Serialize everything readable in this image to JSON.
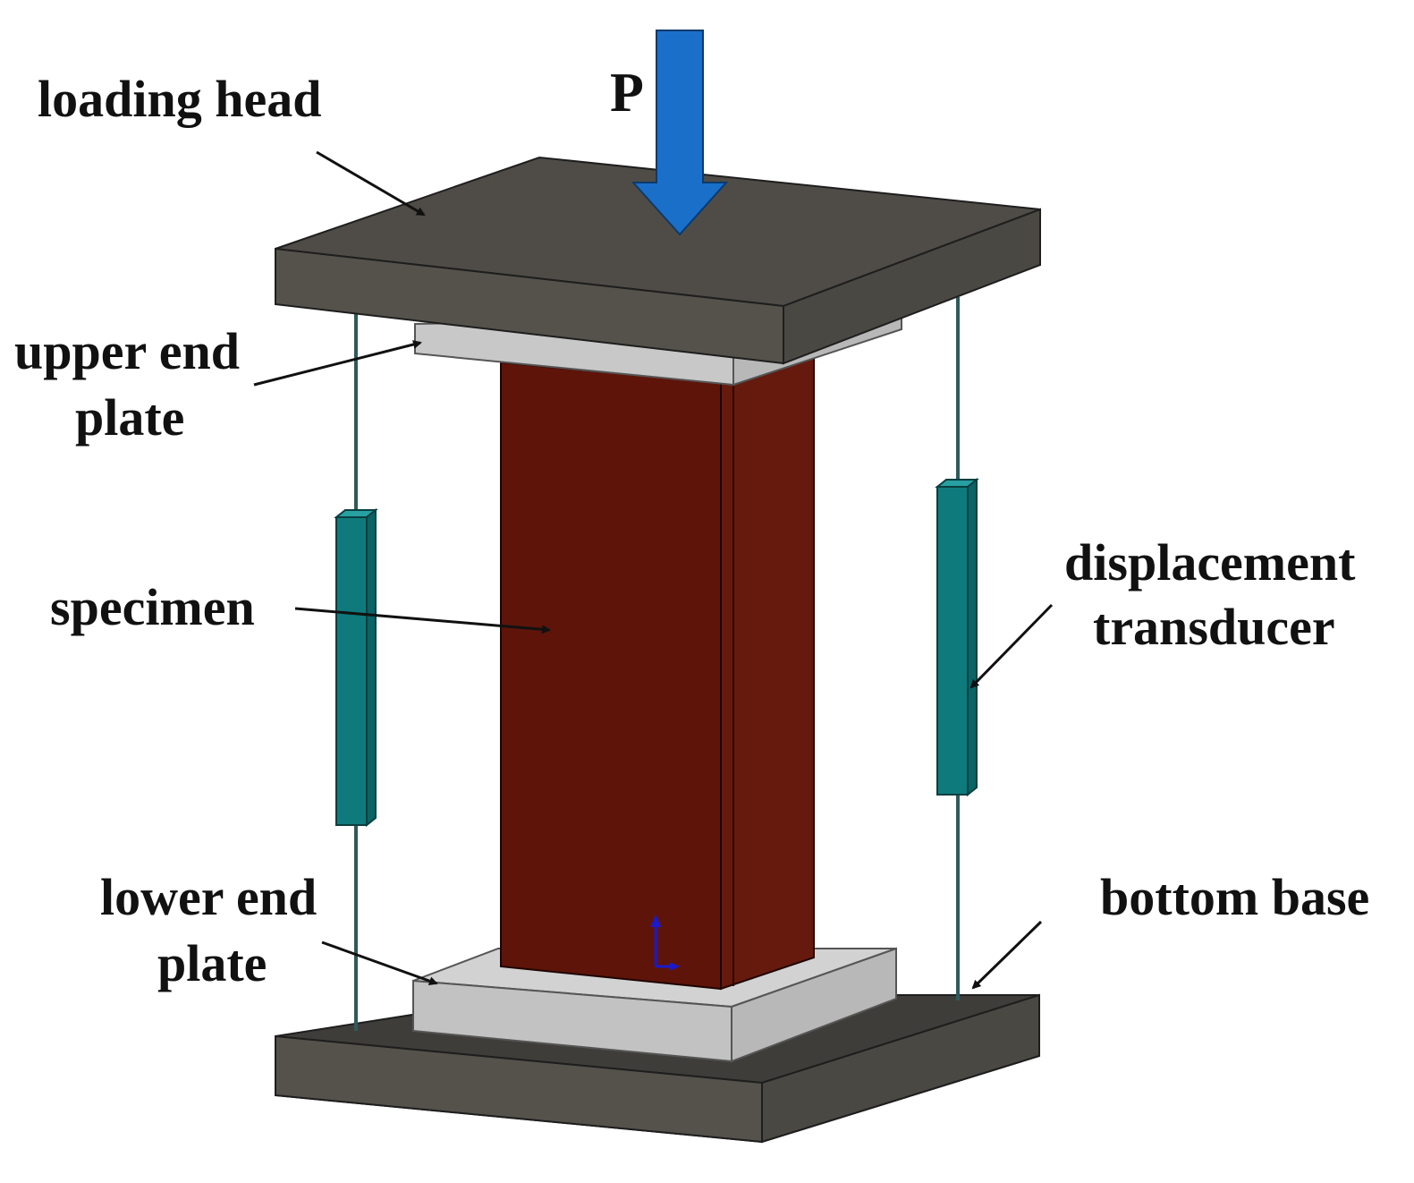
{
  "labels": {
    "load": "P",
    "loading_head": "loading head",
    "upper_end_plate_line1": "upper end",
    "upper_end_plate_line2": "plate",
    "specimen": "specimen",
    "displacement_transducer_line1": "displacement",
    "displacement_transducer_line2": "transducer",
    "lower_end_plate_line1": "lower end",
    "lower_end_plate_line2": "plate",
    "bottom_base": "bottom base"
  },
  "colors": {
    "plate_dark": "#4f4c47",
    "end_plate_light": "#c4c4c4",
    "specimen": "#5e1409",
    "transducer": "#0f7a7c",
    "load_arrow": "#1a6fc9",
    "axis_triad": "#1a1acc"
  }
}
